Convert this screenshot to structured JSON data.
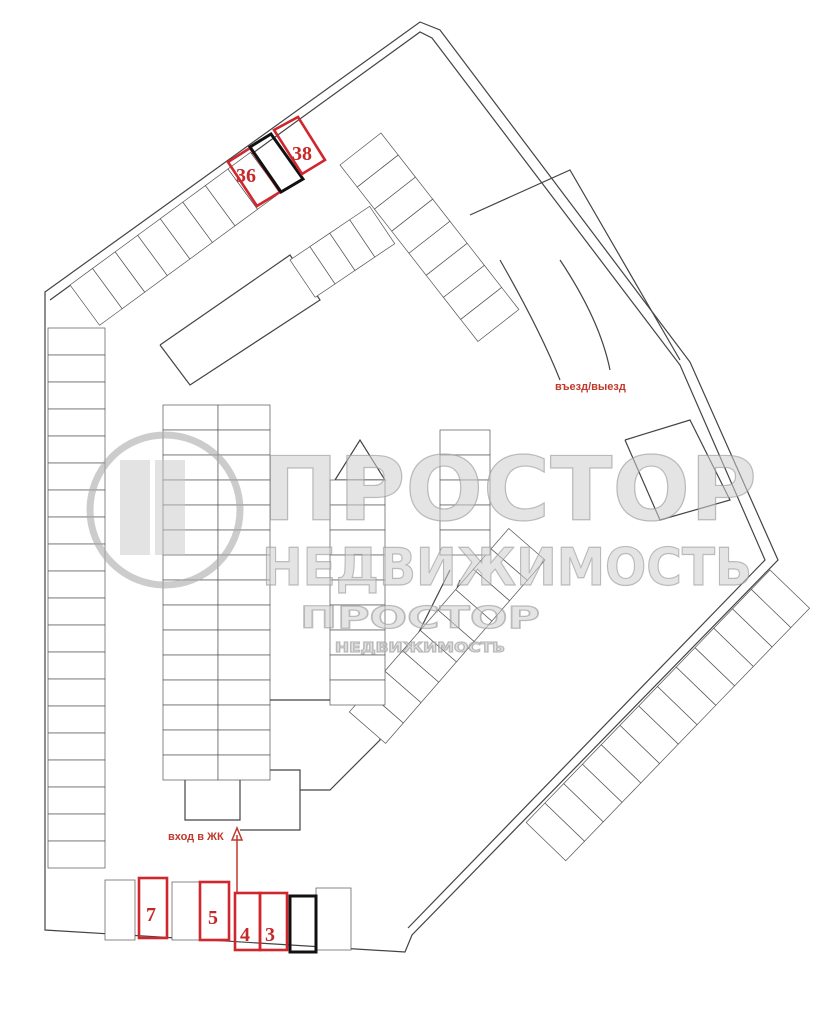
{
  "plan": {
    "annotations": {
      "entrance_exit": "въезд/выезд",
      "residential_entrance": "вход в ЖК"
    },
    "highlighted_spaces": [
      {
        "label": "36",
        "color": "#d0262e"
      },
      {
        "label": "38",
        "color": "#d0262e"
      },
      {
        "label": "7",
        "color": "#d0262e"
      },
      {
        "label": "5",
        "color": "#d0262e"
      },
      {
        "label": "4",
        "color": "#d0262e"
      },
      {
        "label": "3",
        "color": "#d0262e"
      }
    ],
    "outlined_spaces_color": "#111111",
    "watermark": {
      "line1": "ПРОСТОР",
      "line2": "НЕДВИЖИМОСТЬ",
      "logo_line1": "ПРОСТОР",
      "logo_line2": "НЕДВИЖИМОСТЬ"
    }
  }
}
